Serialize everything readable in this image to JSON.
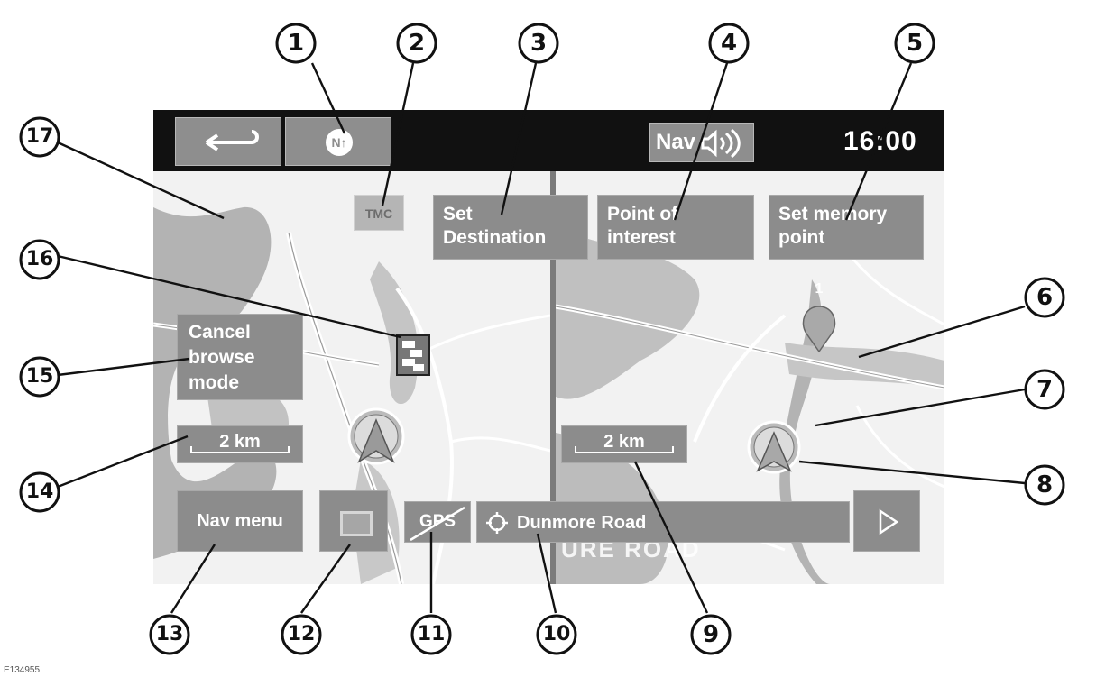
{
  "topbar": {
    "north_up_label": "N↑",
    "nav_label": "Nav",
    "clock": "16:00"
  },
  "buttons": {
    "tmc": "TMC",
    "set_destination": [
      "Set",
      "Destination"
    ],
    "point_of_interest": [
      "Point of",
      "interest"
    ],
    "set_memory_point": [
      "Set memory",
      "point"
    ],
    "cancel_browse": [
      "Cancel",
      "browse",
      "mode"
    ],
    "nav_menu": "Nav menu",
    "gps": "GPS"
  },
  "scales": {
    "left": "2 km",
    "right": "2 km"
  },
  "road": {
    "name": "Dunmore Road",
    "ghost_text": "URE ROAD"
  },
  "memory_pin": "1",
  "callouts": [
    "1",
    "2",
    "3",
    "4",
    "5",
    "6",
    "7",
    "8",
    "9",
    "10",
    "11",
    "12",
    "13",
    "14",
    "15",
    "16",
    "17"
  ],
  "figure_id": "E134955",
  "colors": {
    "bar": "#111111",
    "button": "#8c8c8c",
    "map_bg": "#f2f2f2",
    "water": "#b3b3b3"
  }
}
